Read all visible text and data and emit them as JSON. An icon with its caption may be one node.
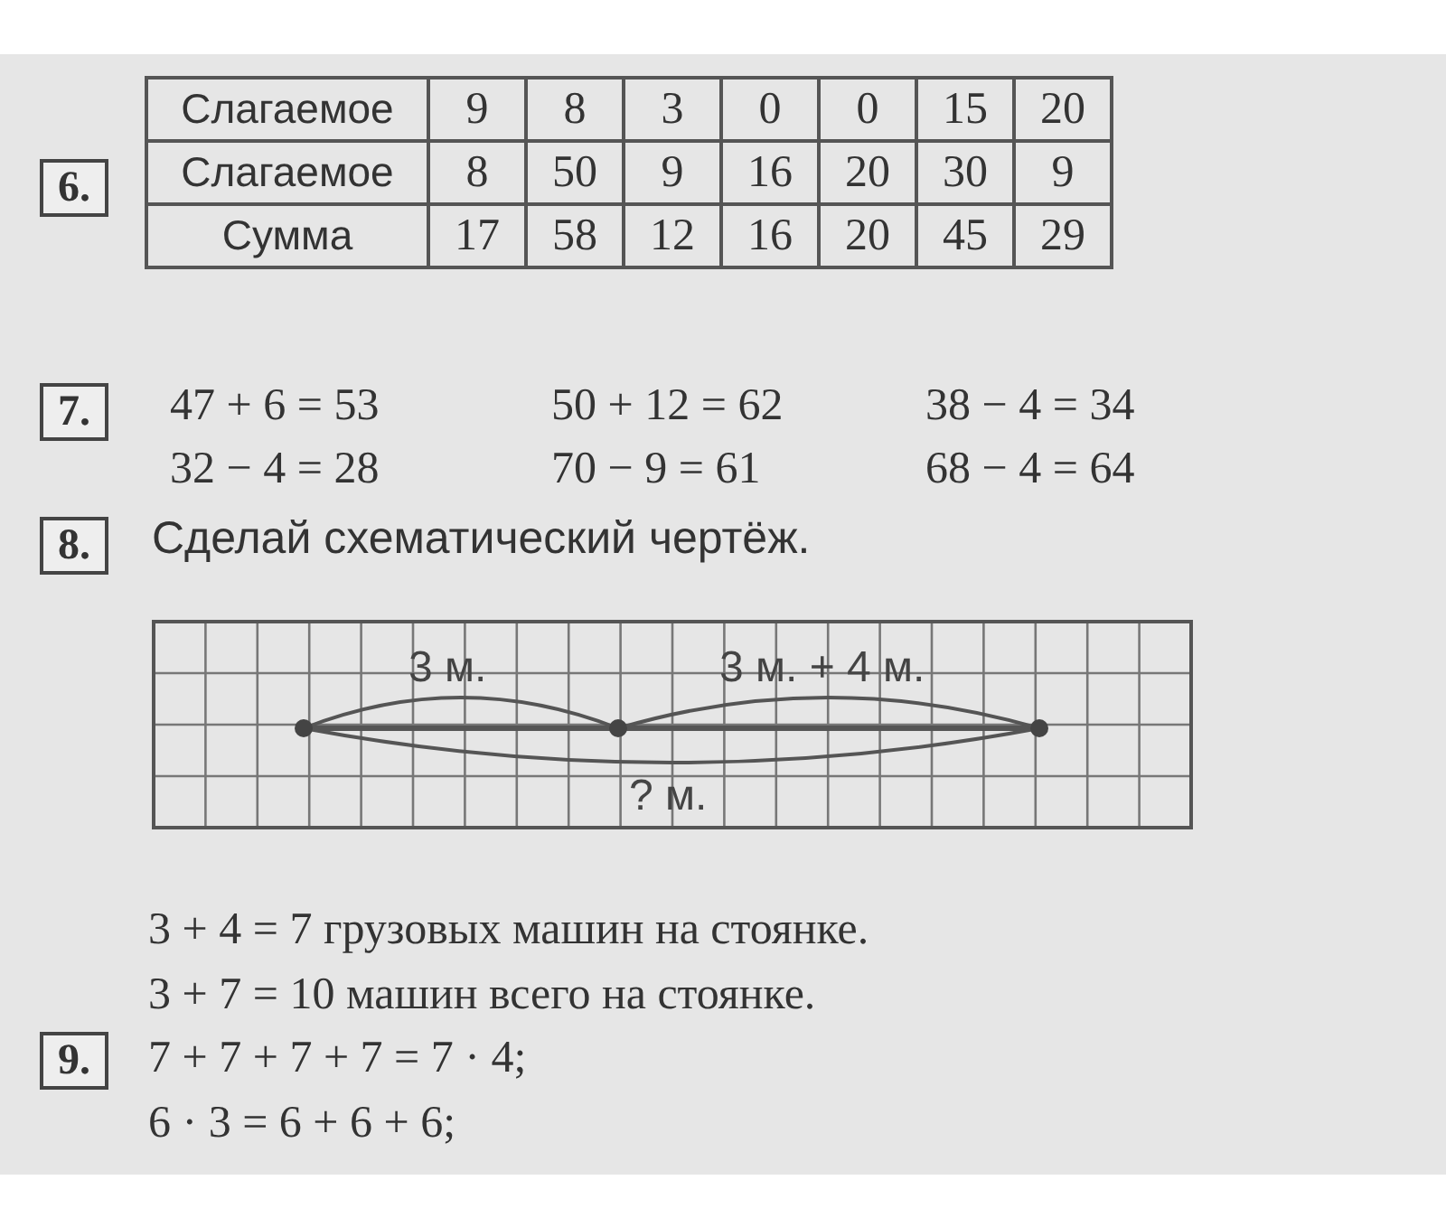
{
  "diagram": {
    "labels": [
      "6.",
      "Слагаемое",
      "9",
      "8",
      "3",
      "0",
      "0",
      "15",
      "20",
      "Слагаемое",
      "8",
      "50",
      "9",
      "16",
      "20",
      "30",
      "9",
      "Сумма",
      "17",
      "58",
      "12",
      "16",
      "20",
      "45",
      "29",
      "7.",
      "47 + 6 = 53",
      "50 + 12 = 62",
      "38 − 4 = 34",
      "32 − 4 = 28",
      "70 − 9 = 61",
      "68 − 4 = 64",
      "8.",
      "Сделай схематический чертёж.",
      "3 м.",
      "3 м. + 4 м.",
      "? м.",
      "3 + 4 = 7 грузовых машин на стоянке.",
      "3 + 7 = 10 машин всего на стоянке.",
      "9.",
      "7 + 7 + 7 + 7 = 7 · 4;",
      "6 · 3 = 6 + 6 + 6;"
    ]
  }
}
